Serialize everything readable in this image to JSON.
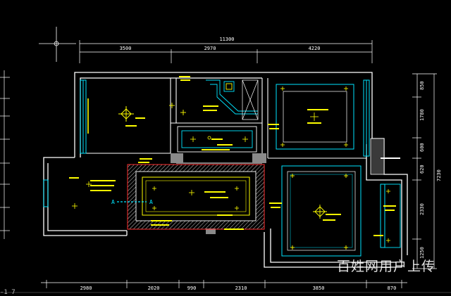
{
  "drawing": {
    "dims_top": {
      "total": "11300",
      "segments": [
        "3500",
        "2970",
        "4220"
      ]
    },
    "dims_right": [
      "850",
      "1780",
      "600",
      "620",
      "2330",
      "1250"
    ],
    "dim_right_total": "7230",
    "dims_bottom": [
      "2980",
      "2020",
      "990",
      "2310",
      "3850",
      "870"
    ],
    "section_mark": "A",
    "left_edge_text": "-1 7",
    "colors": {
      "background": "#000000",
      "wall": "#ffffff",
      "ceiling_cyan": "#00e5ff",
      "light_yellow": "#ffff00",
      "dimension": "#ffffff",
      "hatch_red": "#ff3030",
      "gray": "#8a8a8a"
    }
  },
  "watermark": "百姓网用户上传"
}
